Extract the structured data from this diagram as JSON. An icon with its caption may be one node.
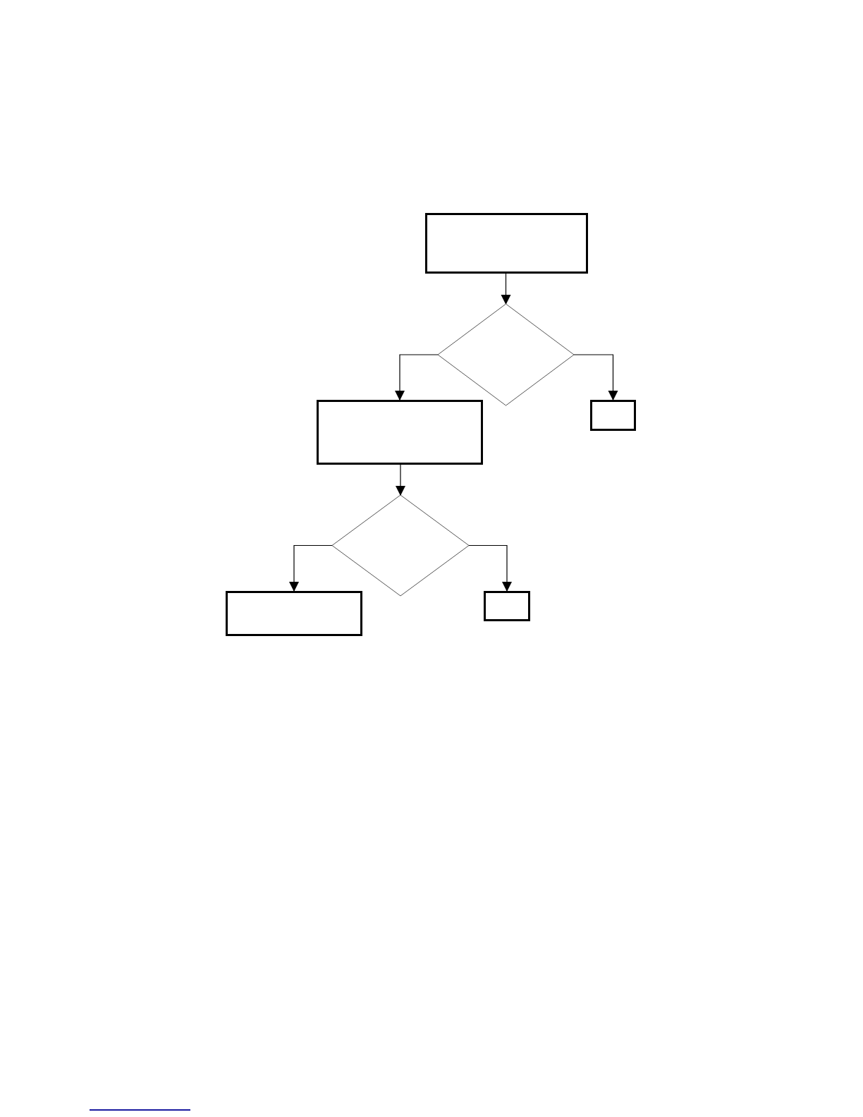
{
  "diagram": {
    "nodes": [
      {
        "text": [],
        "shape": "box"
      },
      {
        "text": [],
        "shape": "diamond"
      },
      {
        "text": [],
        "shape": "box"
      },
      {
        "text": [],
        "shape": "box"
      },
      {
        "text": [],
        "shape": "diamond"
      },
      {
        "text": [],
        "shape": "box"
      },
      {
        "text": [],
        "shape": "box"
      }
    ],
    "edges": [
      {
        "from": 0,
        "to": 1,
        "arrow": "to"
      },
      {
        "from": 1,
        "to": 2,
        "arrow": "to"
      },
      {
        "from": 1,
        "to": 3,
        "arrow": "to"
      },
      {
        "from": 2,
        "to": 4,
        "arrow": "to"
      },
      {
        "from": 4,
        "to": 5,
        "arrow": "to"
      },
      {
        "from": 4,
        "to": 6,
        "arrow": "to"
      }
    ]
  }
}
